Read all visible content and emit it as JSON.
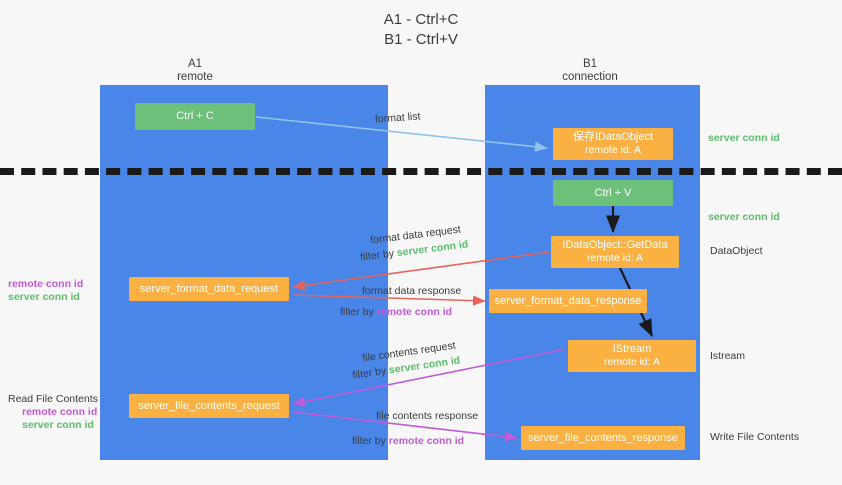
{
  "title": {
    "line1": "A1 - Ctrl+C",
    "line2": "B1 - Ctrl+V"
  },
  "columns": {
    "a1": {
      "name": "A1",
      "role": "remote"
    },
    "b1": {
      "name": "B1",
      "role": "connection"
    }
  },
  "nodes": {
    "ctrl_c": {
      "line1": "Ctrl + C",
      "line2": "",
      "color": "#6cc07a"
    },
    "save_idataobject": {
      "line1": "保存IDataObject",
      "line2": "remote id: A",
      "color": "#fbb141"
    },
    "ctrl_v": {
      "line1": "Ctrl + V",
      "line2": "",
      "color": "#6cc07a"
    },
    "getdata": {
      "line1": "IDataObject::GetData",
      "line2": "remote id: A",
      "color": "#fbb141"
    },
    "istream": {
      "line1": "IStream",
      "line2": "remote id: A",
      "color": "#fbb141"
    },
    "format_data_request": {
      "line1": "server_format_data_request",
      "line2": "",
      "color": "#fbb141"
    },
    "format_data_response": {
      "line1": "server_format_data_response",
      "line2": "",
      "color": "#fbb141"
    },
    "file_contents_request": {
      "line1": "server_file_contents_request",
      "line2": "",
      "color": "#fbb141"
    },
    "file_contents_response": {
      "line1": "server_file_contents_response",
      "line2": "",
      "color": "#fbb141"
    }
  },
  "edge_labels": {
    "format_list": "format list",
    "format_data_request": "format data request",
    "format_data_request_filter_prefix": "filter by ",
    "format_data_request_filter_value": "server conn id",
    "format_data_response": "format data response",
    "format_data_response_filter_prefix": "filter by ",
    "format_data_response_filter_value": "remote conn id",
    "file_contents_request": "file contents request",
    "file_contents_request_filter_prefix": "filter by ",
    "file_contents_request_filter_value": "server conn id",
    "file_contents_response": "file contents response",
    "file_contents_response_filter_prefix": "filter by ",
    "file_contents_response_filter_value": "remote conn id"
  },
  "annotations": {
    "left_format": {
      "remote_conn_id": "remote conn id",
      "server_conn_id": "server conn id"
    },
    "left_file": {
      "title": "Read File Contents",
      "remote_conn_id": "remote conn id",
      "server_conn_id": "server conn id"
    },
    "right": {
      "server_conn_id_top": "server conn id",
      "server_conn_id_mid": "server conn id",
      "dataobject": "DataObject",
      "istream": "Istream",
      "write_file_contents": "Write File Contents"
    }
  },
  "colors": {
    "background": "#f7f7f7",
    "lane": "#4a86e8",
    "node_green": "#6cc07a",
    "node_orange": "#fbb141",
    "arrow_blue": "#8fc3e8",
    "arrow_black": "#1a1a1a",
    "arrow_red": "#e8645a",
    "arrow_magenta": "#c15bd6",
    "remote_conn_id": "#c15bd6",
    "server_conn_id": "#5bbf6a",
    "divider": "#1a1a1a",
    "text": "#3c3c3c"
  }
}
